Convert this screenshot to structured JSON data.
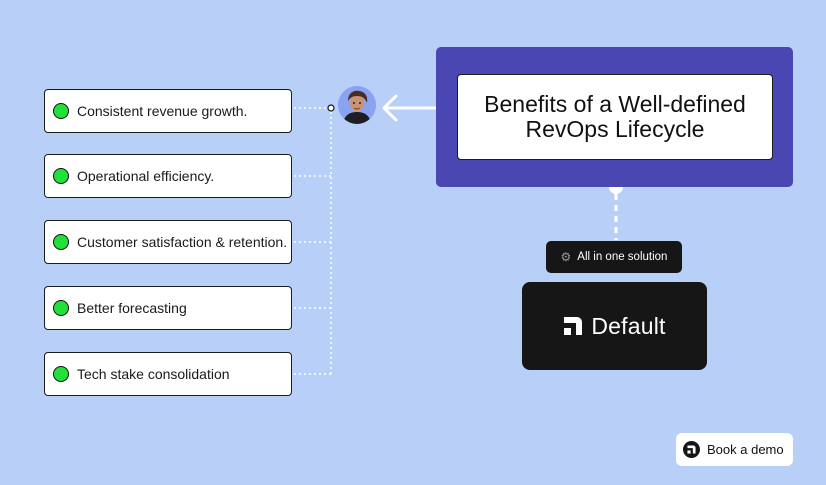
{
  "benefits": [
    {
      "label": "Consistent revenue growth."
    },
    {
      "label": "Operational efficiency."
    },
    {
      "label": "Customer satisfaction & retention."
    },
    {
      "label": "Better forecasting"
    },
    {
      "label": "Tech stake consolidation"
    }
  ],
  "title": "Benefits of a Well-defined RevOps Lifecycle",
  "solution_pill": {
    "label": "All in one solution",
    "icon": "gear-icon"
  },
  "brand": {
    "name": "Default",
    "icon": "default-logo-icon"
  },
  "cta": {
    "label": "Book a demo",
    "icon": "default-logo-icon"
  },
  "colors": {
    "background": "#b8cff8",
    "panel": "#4a46b2",
    "bullet": "#22e03a",
    "dark": "#161616"
  }
}
